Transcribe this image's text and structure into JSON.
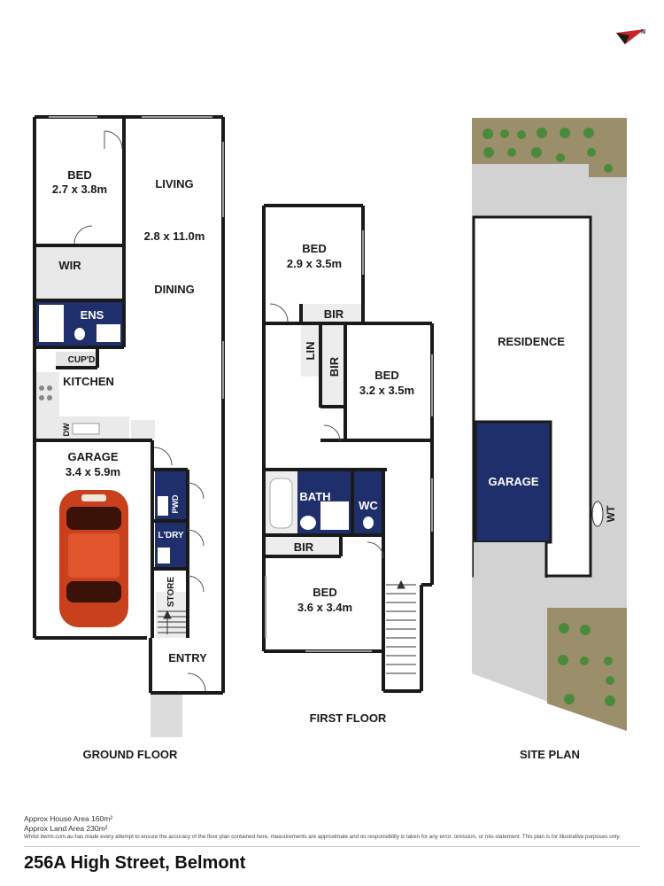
{
  "compass": {
    "label": "N"
  },
  "ground_floor": {
    "title": "GROUND FLOOR",
    "rooms": {
      "bed_name": "BED",
      "bed_dims": "2.7 x 3.8m",
      "wir": "WIR",
      "living": "LIVING",
      "living_dims": "2.8 x 11.0m",
      "dining": "DINING",
      "ens": "ENS",
      "cupd": "CUP'D",
      "kitchen": "KITCHEN",
      "dw": "DW",
      "garage": "GARAGE",
      "garage_dims": "3.4 x 5.9m",
      "pwd": "PWD",
      "ldry": "L'DRY",
      "store": "STORE",
      "entry": "ENTRY"
    }
  },
  "first_floor": {
    "title": "FIRST FLOOR",
    "rooms": {
      "bed1_name": "BED",
      "bed1_dims": "2.9 x 3.5m",
      "bir1": "BIR",
      "lin": "LIN",
      "bir2": "BIR",
      "bed2_name": "BED",
      "bed2_dims": "3.2 x 3.5m",
      "bath": "BATH",
      "wc": "WC",
      "bir3": "BIR",
      "bed3_name": "BED",
      "bed3_dims": "3.6 x 3.4m"
    }
  },
  "site_plan": {
    "title": "SITE PLAN",
    "residence": "RESIDENCE",
    "garage": "GARAGE",
    "wt": "WT"
  },
  "footer": {
    "house_area": "Approx House Area 160m²",
    "land_area": "Approx Land Area 230m²",
    "disclaimer": "Whilst bwrm.com.au has made every attempt to ensure the accuracy of the floor plan contained here, measurements are approximate and no responsibility is taken for any error, omission, or mis-statement. This plan is for illustrative purposes only.",
    "address": "256A High Street, Belmont"
  },
  "colors": {
    "wall": "#1a1a1a",
    "wet_area": "#1f2f6b",
    "site_grey": "#d2d2d2",
    "garden": "#9b8f6b",
    "car_body": "#c8401c"
  }
}
